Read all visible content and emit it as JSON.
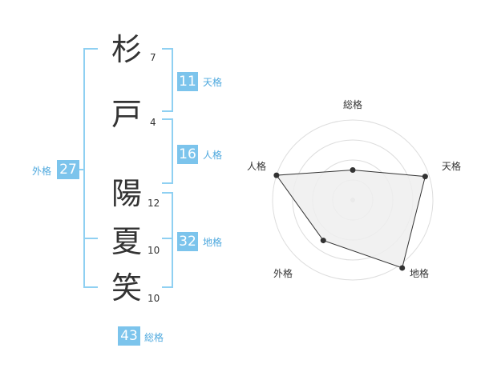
{
  "name": {
    "chars": [
      {
        "char": "杉",
        "strokes": "7"
      },
      {
        "char": "戸",
        "strokes": "4"
      },
      {
        "char": "陽",
        "strokes": "12"
      },
      {
        "char": "夏",
        "strokes": "10"
      },
      {
        "char": "笑",
        "strokes": "10"
      }
    ]
  },
  "kaku": {
    "tenkaku": {
      "value": "11",
      "label": "天格"
    },
    "jinkaku": {
      "value": "16",
      "label": "人格"
    },
    "chikaku": {
      "value": "32",
      "label": "地格"
    },
    "gaikaku": {
      "value": "27",
      "label": "外格"
    },
    "soukaku": {
      "value": "43",
      "label": "総格"
    }
  },
  "colors": {
    "accent": "#7cc4ec",
    "accent_text": "#4fa9de",
    "bracket": "#8fd0f2",
    "radar_fill": "#efefef",
    "radar_line": "#333333",
    "grid": "#dddddd"
  },
  "chart_data": {
    "type": "radar",
    "axes": [
      "総格",
      "天格",
      "地格",
      "外格",
      "人格"
    ],
    "values": [
      1.5,
      3.8,
      4.2,
      2.5,
      4.0
    ],
    "max": 4,
    "rings": 4
  }
}
